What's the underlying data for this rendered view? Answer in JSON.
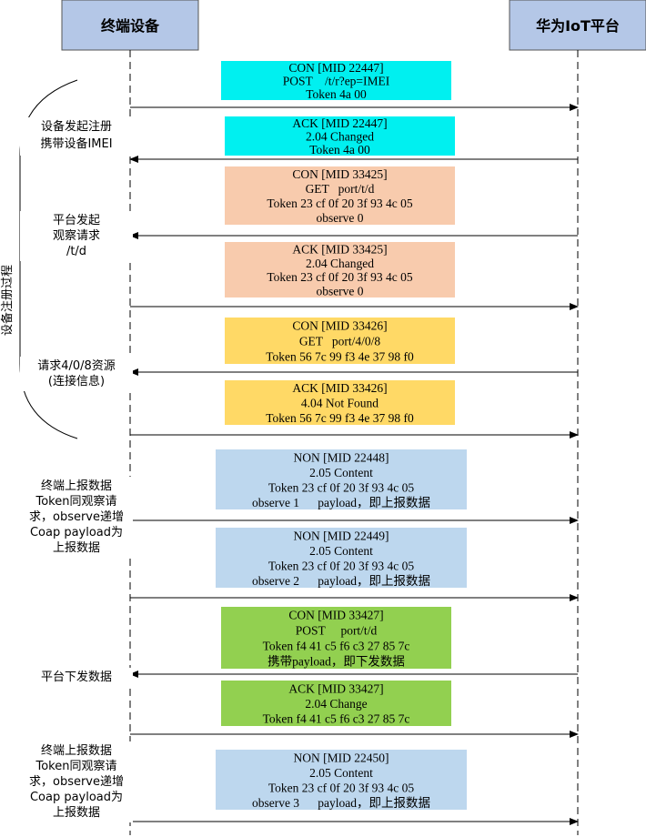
{
  "participants": {
    "left": "终端设备",
    "right": "华为IoT平台"
  },
  "group_label": "设备注册过程",
  "colors": {
    "header_fill": "#b4c7e7",
    "cyan": "#00f0f0",
    "peach": "#f8cbad",
    "yellow": "#ffd966",
    "lightblue": "#bdd7ee",
    "green": "#92d050"
  },
  "side_notes": [
    [
      "设备发起注册",
      "携带设备IMEI"
    ],
    [
      "平台发起",
      "观察请求",
      "/t/d"
    ],
    [
      "请求4/0/8资源",
      "(连接信息)"
    ],
    [
      "终端上报数据",
      "Token同观察请",
      "求，observe递增",
      "Coap payload为",
      "上报数据"
    ],
    [
      "平台下发数据"
    ],
    [
      "终端上报数据",
      "Token同观察请",
      "求，observe递增",
      "Coap payload为",
      "上报数据"
    ]
  ],
  "messages": [
    {
      "color": "cyan",
      "direction": "right",
      "lines": [
        "CON [MID 22447]",
        "POST    /t/r?ep=IMEI",
        "Token 4a 00"
      ]
    },
    {
      "color": "cyan",
      "direction": "left",
      "lines": [
        "ACK [MID 22447]",
        "2.04 Changed",
        "Token 4a 00"
      ]
    },
    {
      "color": "peach",
      "direction": "left",
      "lines": [
        "CON [MID 33425]",
        "GET   port/t/d",
        "Token 23 cf 0f 20 3f 93 4c 05",
        "observe 0"
      ]
    },
    {
      "color": "peach",
      "direction": "right",
      "lines": [
        "ACK [MID 33425]",
        "2.04 Changed",
        "Token 23 cf 0f 20 3f 93 4c 05",
        "observe 0"
      ]
    },
    {
      "color": "yellow",
      "direction": "left",
      "lines": [
        "CON [MID 33426]",
        "GET   port/4/0/8",
        "Token 56 7c 99 f3 4e 37 98 f0"
      ]
    },
    {
      "color": "yellow",
      "direction": "right",
      "lines": [
        "ACK [MID 33426]",
        "4.04 Not Found",
        "Token 56 7c 99 f3 4e 37 98 f0"
      ]
    },
    {
      "color": "lightblue",
      "direction": "right",
      "lines": [
        "NON [MID 22448]",
        "2.05 Content",
        "Token 23 cf 0f 20 3f 93 4c 05",
        "observe 1      payload，即上报数据"
      ]
    },
    {
      "color": "lightblue",
      "direction": "right",
      "lines": [
        "NON [MID 22449]",
        "2.05 Content",
        "Token 23 cf 0f 20 3f 93 4c 05",
        "observe 2      payload，即上报数据"
      ]
    },
    {
      "color": "green",
      "direction": "left",
      "lines": [
        "CON [MID 33427]",
        "POST     port/t/d",
        "Token f4 41 c5 f6 c3 27 85 7c",
        "携带payload，即下发数据"
      ]
    },
    {
      "color": "green",
      "direction": "right",
      "lines": [
        "ACK [MID 33427]",
        "2.04 Change",
        "Token f4 41 c5 f6 c3 27 85 7c"
      ]
    },
    {
      "color": "lightblue",
      "direction": "right",
      "lines": [
        "NON [MID 22450]",
        "2.05 Content",
        "Token 23 cf 0f 20 3f 93 4c 05",
        "observe 3      payload，即上报数据"
      ]
    }
  ]
}
